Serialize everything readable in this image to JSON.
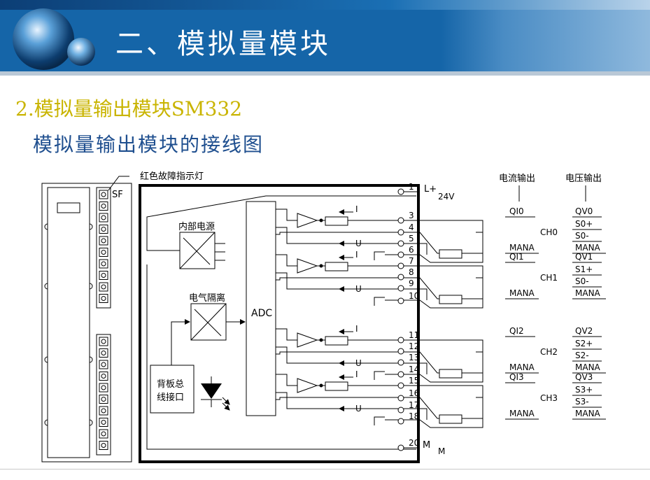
{
  "slide": {
    "title": "二、模拟量模块",
    "subtitle": "2.模拟量输出模块SM332",
    "diagram_title": "模拟量输出模块的接线图"
  },
  "diagram": {
    "led_label": "红色故障指示灯",
    "sf_label": "SF",
    "internal_power": "内部电源",
    "isolation": "电气隔离",
    "adc": "ADC",
    "backplane_line1": "背板总",
    "backplane_line2": "线接口",
    "terminal_l": "L+",
    "terminal_24v": "24V",
    "terminal_m": "M",
    "terminal_m2": "M",
    "current_out": "电流输出",
    "voltage_out": "电压输出",
    "sig_i": "I",
    "sig_u": "U",
    "terminals": [
      "1",
      "3",
      "4",
      "5",
      "6",
      "7",
      "8",
      "9",
      "10",
      "11",
      "12",
      "13",
      "14",
      "15",
      "16",
      "17",
      "18",
      "20"
    ],
    "channels": [
      "CH0",
      "CH1",
      "CH2",
      "CH3"
    ],
    "current_labels": [
      {
        "qi": "QI0",
        "mana": "MANA"
      },
      {
        "qi": "QI1",
        "mana": "MANA"
      },
      {
        "qi": "QI2",
        "mana": "MANA"
      },
      {
        "qi": "QI3",
        "mana": "MANA"
      }
    ],
    "voltage_labels": [
      {
        "qv": "QV0",
        "sp": "S0+",
        "sm": "S0-",
        "mana": "MANA"
      },
      {
        "qv": "QV1",
        "sp": "S1+",
        "sm": "S0-",
        "mana": "MANA"
      },
      {
        "qv": "QV2",
        "sp": "S2+",
        "sm": "S2-",
        "mana": "MANA"
      },
      {
        "qv": "QV3",
        "sp": "S3+",
        "sm": "S3-",
        "mana": "MANA"
      }
    ]
  }
}
